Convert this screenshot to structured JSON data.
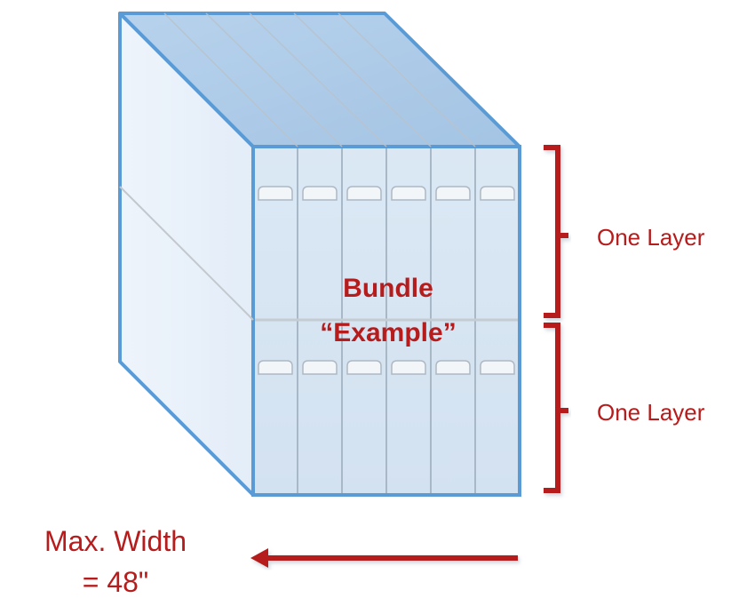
{
  "diagram": {
    "bundle_title_line1": "Bundle",
    "bundle_title_line2": "“Example”",
    "layers": [
      {
        "label": "One Layer"
      },
      {
        "label": "One Layer"
      }
    ],
    "width_note_line1": "Max. Width",
    "width_note_line2": "= 48\"",
    "colors": {
      "accent_red": "#b71c1c",
      "edge_blue": "#5b9bd5",
      "top_fill": "#a9c8e6",
      "front_fill": "#d8e6f3",
      "side_fill": "#e9f1f9"
    }
  }
}
